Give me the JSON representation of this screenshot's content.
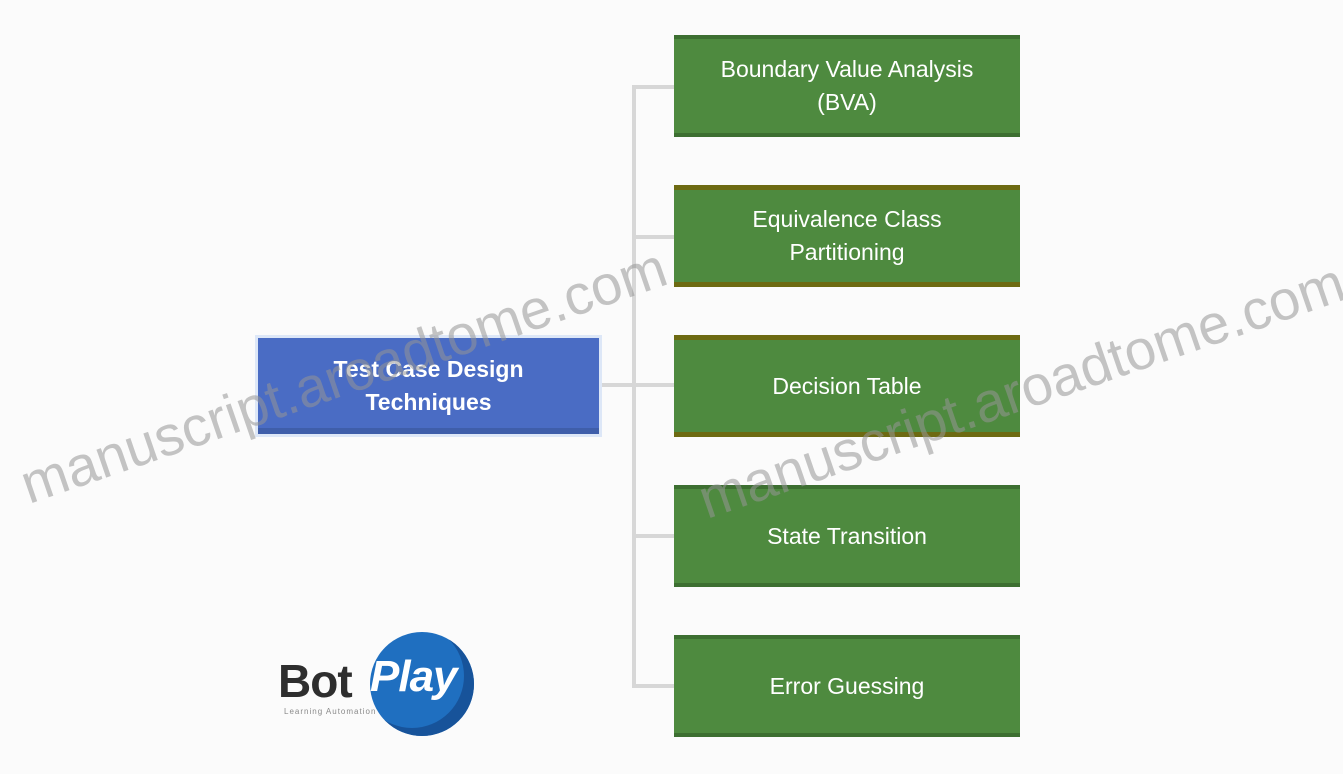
{
  "diagram": {
    "root": {
      "label": "Test Case Design Techniques"
    },
    "children": [
      {
        "label": "Boundary Value Analysis\n(BVA)"
      },
      {
        "label": "Equivalence Class\nPartitioning"
      },
      {
        "label": "Decision Table"
      },
      {
        "label": "State Transition"
      },
      {
        "label": "Error Guessing"
      }
    ]
  },
  "logo": {
    "text_bot": "Bot",
    "text_play": "Play",
    "tagline": "Learning Automation"
  },
  "watermark": {
    "text": "manuscript.aroadtome.com"
  },
  "colors": {
    "root_fill": "#4a6cc4",
    "child_fill": "#4e8a3f",
    "connector": "#d7d7d7",
    "background": "#fbfbfb"
  }
}
